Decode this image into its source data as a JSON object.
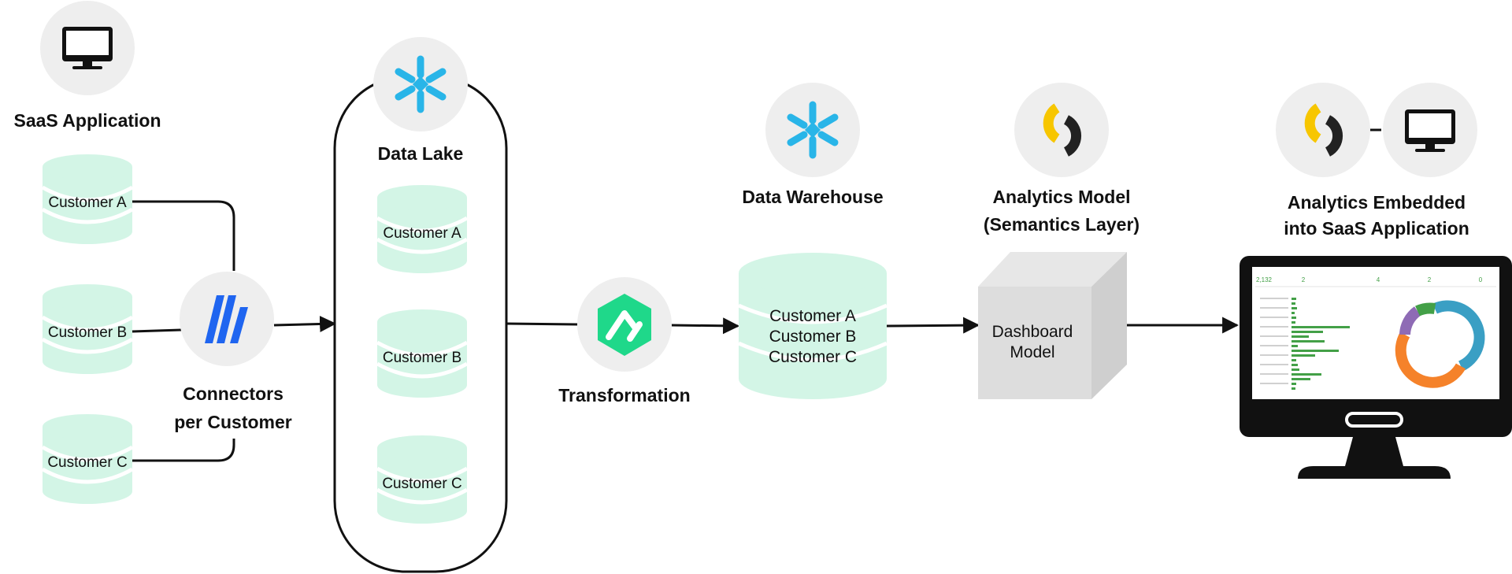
{
  "saas": {
    "title": "SaaS Application",
    "icon": "monitor-icon"
  },
  "sources": [
    {
      "label": "Customer A"
    },
    {
      "label": "Customer B"
    },
    {
      "label": "Customer C"
    }
  ],
  "connectors": {
    "title_line1": "Connectors",
    "title_line2": "per Customer",
    "icon": "fivetran-icon"
  },
  "data_lake": {
    "title": "Data Lake",
    "icon": "snowflake-icon",
    "items": [
      {
        "label": "Customer A"
      },
      {
        "label": "Customer B"
      },
      {
        "label": "Customer C"
      }
    ]
  },
  "transformation": {
    "title": "Transformation",
    "icon": "dbt-icon"
  },
  "data_warehouse": {
    "title": "Data Warehouse",
    "icon": "snowflake-icon",
    "lines": [
      "Customer A",
      "Customer B",
      "Customer C"
    ]
  },
  "analytics_model": {
    "title_line1": "Analytics Model",
    "title_line2": "(Semantics Layer)",
    "icon": "semantics-logo-icon",
    "box_line1": "Dashboard",
    "box_line2": "Model"
  },
  "embedded": {
    "title_line1": "Analytics Embedded",
    "title_line2": "into SaaS Application",
    "icons": [
      "semantics-logo-icon",
      "monitor-icon"
    ],
    "dashboard_kpis": [
      "2,132",
      "2",
      "4",
      "2",
      "0"
    ]
  },
  "colors": {
    "db_fill": "#d3f5e6",
    "db_line": "#ffffff",
    "circle_bg": "#eeeeee",
    "snowflake": "#29b5e8",
    "fivetran": "#1f65f0",
    "dbt": "#1fd88a",
    "logo_yellow": "#f7c600",
    "logo_dark": "#222222",
    "cube": "#d9d9d9"
  }
}
